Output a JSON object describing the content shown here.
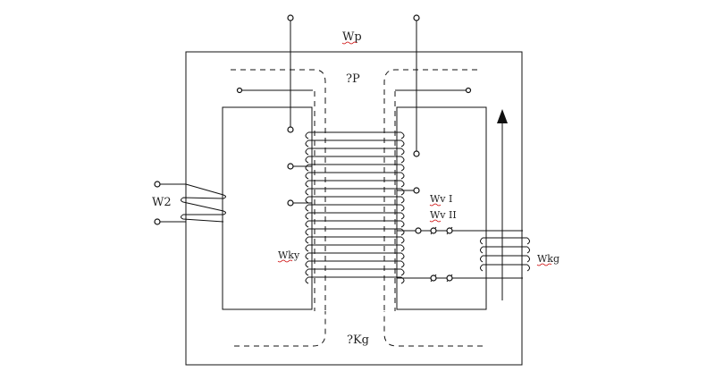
{
  "labels": {
    "wp": "Wp",
    "phi_p": "?P",
    "w2": "W2",
    "wvI": "Wv I",
    "wvII": "Wv II",
    "wky": "Wky",
    "wkg": "Wkg",
    "phi_kg": "?Kg"
  },
  "colors": {
    "line": "#111111",
    "background": "#ffffff",
    "spellcheck": "#cc0000"
  },
  "icons": {
    "terminal": "terminal-circle-icon",
    "arrow": "arrow-up-icon"
  }
}
